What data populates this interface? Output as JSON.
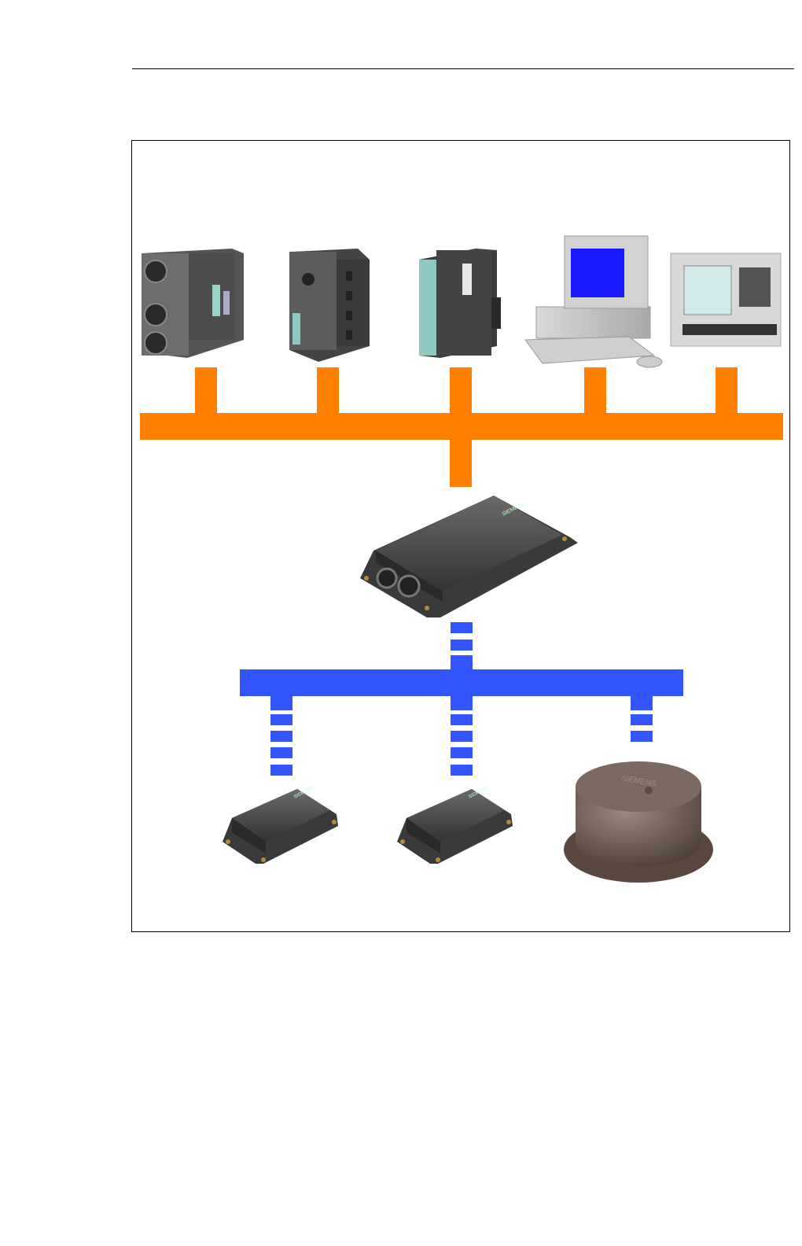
{
  "colors": {
    "bus_orange": "#ff8000",
    "bus_blue": "#3355ff",
    "device_dark": "#4a4a4a",
    "device_light": "#dcdcdc",
    "monitor_screen": "#1a1aff"
  },
  "devices": {
    "top_row": [
      "et200-distributed-io-icon",
      "et200-compact-io-icon",
      "s7-io-module-icon",
      "pc-workstation-icon",
      "operator-panel-icon"
    ],
    "gateway": "rfid-communication-module-icon",
    "readers": [
      "rfid-reader-icon",
      "rfid-reader-icon",
      "rfid-reader-antenna-icon"
    ]
  },
  "logo_text": {
    "gateway_logo": "SIEMENS",
    "reader_logo": "SIEMENS",
    "antenna_logo": "SIEMENS"
  }
}
